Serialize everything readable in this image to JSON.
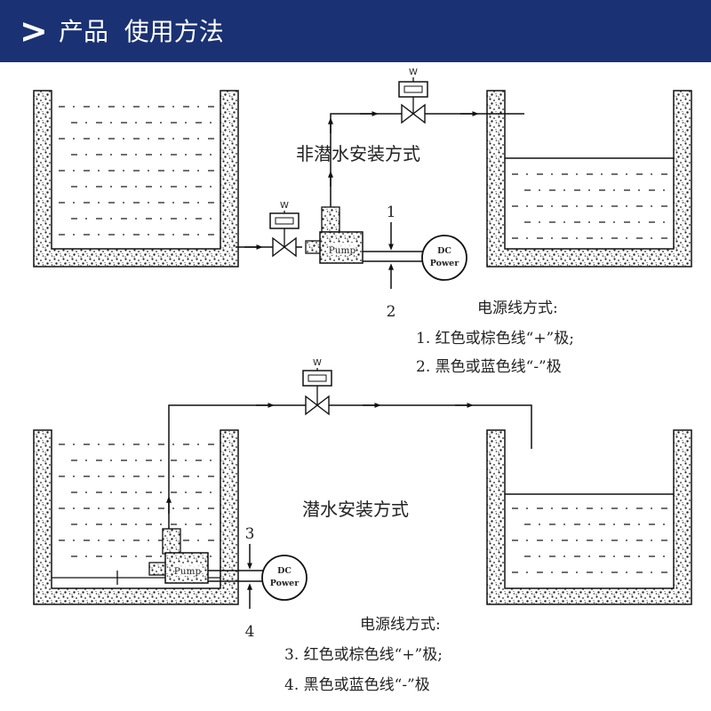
{
  "header": {
    "title": "产品  使用方法",
    "icon": "chevron-right-icon",
    "background": "#1a3173"
  },
  "diagram": {
    "top": {
      "caption": "非潜水安装方式",
      "valve_label_top": "W",
      "valve_label_left": "W",
      "pump_label": "Pump",
      "power_line1": "DC",
      "power_line2": "Power",
      "wire_a": "1",
      "wire_b": "2",
      "notes_title": "电源线方式:",
      "note1": "1. 红色或棕色线“+”极;",
      "note2": "2. 黑色或蓝色线“-”极"
    },
    "bottom": {
      "caption": "潜水安装方式",
      "valve_label": "W",
      "pump_label": "Pump",
      "power_line1": "DC",
      "power_line2": "Power",
      "wire_a": "3",
      "wire_b": "4",
      "notes_title": "电源线方式:",
      "note1": "3. 红色或棕色线“+”极;",
      "note2": "4. 黑色或蓝色线“-”极"
    }
  }
}
